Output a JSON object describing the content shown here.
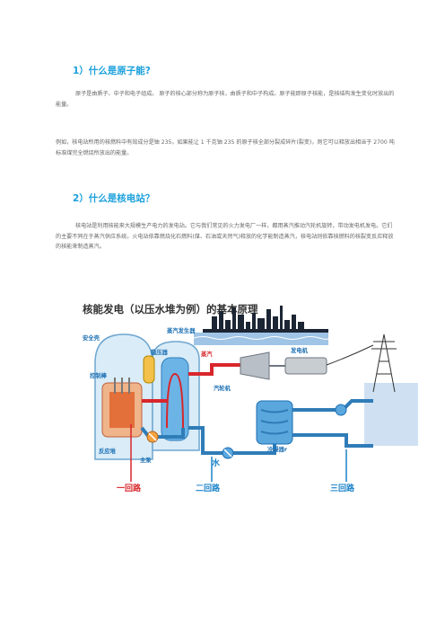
{
  "section1": {
    "heading": "1）什么是原子能?",
    "para1": "原子是由质子、中子和电子组成。 原子的核心部分称为原子核，由质子和中子构成。原子能即原子核能，是核结构发生变化时放出的能量。",
    "para2": "例如，核电站所用的核燃料中有效成分是铀 235，如果能让 1 千克铀 235 的原子核全部分裂成碎片(裂变)，则它可以释放出相当于 2700 吨标准煤完全燃烧所放出的能量。"
  },
  "section2": {
    "heading": "2）什么是核电站？",
    "para1": "核电站是利用核能来大规模生产电力的发电站。它与我们常见的火力发电厂一样，都用蒸汽推动汽轮机旋转，带动发电机发电。它们的主要不同在于蒸汽供应系统。火电站依靠燃烧化石燃料(煤、石油或天然气)释放的化学能制造蒸汽，核电站则依靠核燃料的核裂变反应释放的核能来制造蒸汽。"
  },
  "figure": {
    "title": "核能发电（以压水堆为例）的基本原理",
    "labels": {
      "containment": "安全壳",
      "pressurizer": "稳压器",
      "steam_generator": "蒸汽发生器",
      "control_rod": "控制棒",
      "steam": "蒸汽",
      "generator": "发电机",
      "turbine": "汽轮机",
      "reactor": "反应堆",
      "condenser": "冷凝器r",
      "main_pump": "主泵",
      "water": "水",
      "loop1": "一回路",
      "loop2": "二回路",
      "loop3": "三回路"
    },
    "colors": {
      "hot_loop": "#d8262c",
      "cool_loop": "#1b6fb3",
      "accent": "#1ba0dc"
    }
  }
}
